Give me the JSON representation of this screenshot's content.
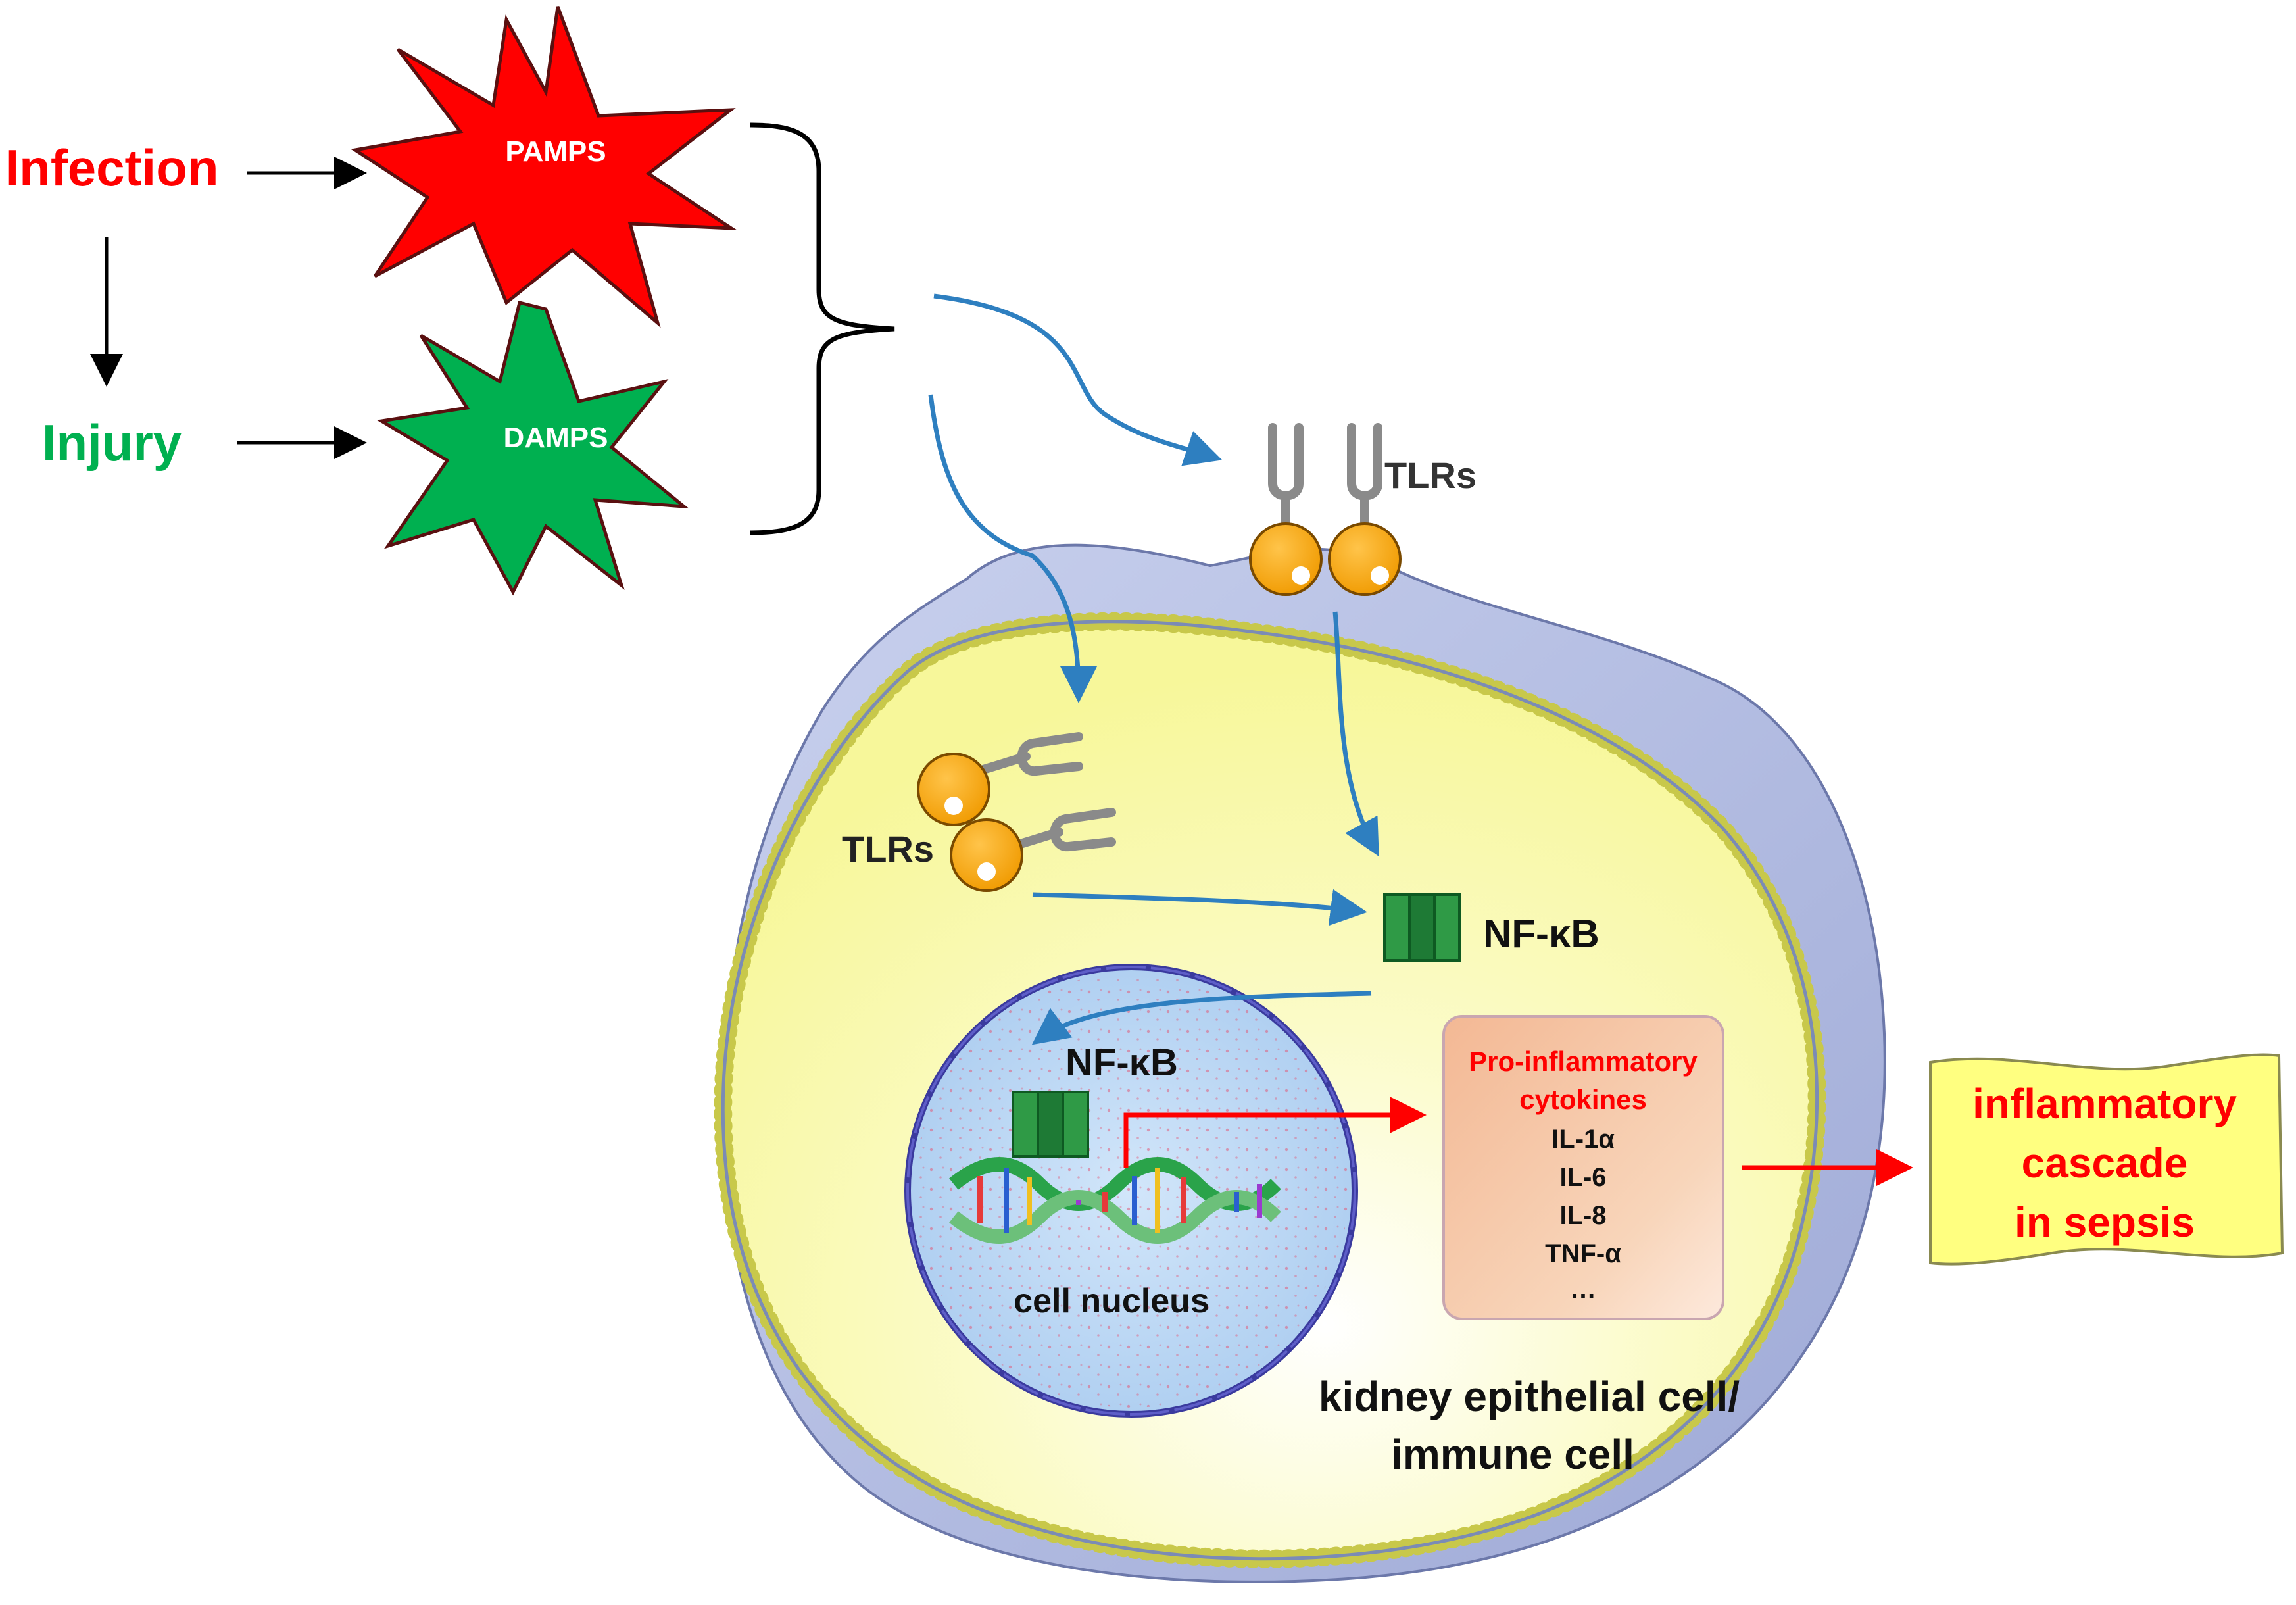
{
  "labels": {
    "infection": "Infection",
    "injury": "Injury",
    "pamps": "PAMPS",
    "damps": "DAMPS",
    "tlrs_surface": "TLRs",
    "tlrs_internal": "TLRs",
    "nfkb_cytoplasm": "NF-κB",
    "nfkb_nucleus": "NF-κB",
    "cell_nucleus": "cell nucleus",
    "cell_type_line1": "kidney epithelial cell/",
    "cell_type_line2": "immune cell",
    "cytokines_title_line1": "Pro-inflammatory",
    "cytokines_title_line2": "cytokines",
    "cytokines": [
      "IL-1α",
      "IL-6",
      "IL-8",
      "TNF-α",
      "…"
    ],
    "outcome_line1": "inflammatory",
    "outcome_line2": "cascade",
    "outcome_line3": "in sepsis"
  },
  "colors": {
    "infection": "#ff0000",
    "injury": "#00b050",
    "pamps_fill": "#ff0000",
    "damps_fill": "#00b050",
    "cell_membrane": "#aab4dc",
    "cytoplasm": "#fafaa0",
    "nucleus": "#b9d7f5",
    "receptor_orange": "#f5a00a",
    "nfkb_green": "#1e8c3c",
    "signal_arrow_blue": "#2e7fc0",
    "cytokine_arrow_red": "#ff0000",
    "cytokine_box": "#f5c8a0",
    "outcome_box": "#ffff80"
  }
}
